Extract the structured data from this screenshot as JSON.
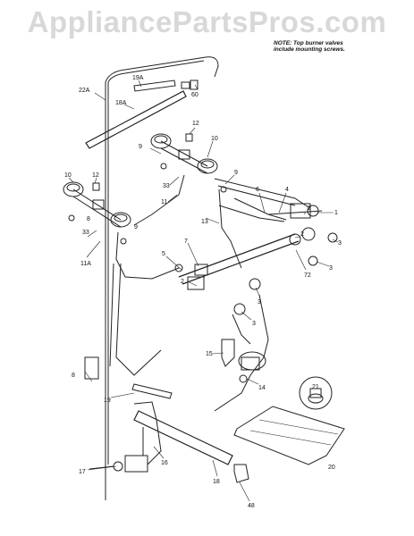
{
  "watermark": "AppliancePartsPros.com",
  "note": {
    "line1": "NOTE: Top burner valves",
    "line2": "include mounting screws."
  },
  "callouts": [
    "22A",
    "19A",
    "60",
    "18A",
    "12",
    "9",
    "10",
    "10",
    "12",
    "33",
    "9",
    "6",
    "4",
    "2",
    "1",
    "3",
    "3",
    "11",
    "13",
    "8",
    "9",
    "33",
    "11A",
    "7",
    "5",
    "2",
    "2",
    "72",
    "3",
    "3",
    "15",
    "14",
    "8",
    "19",
    "21",
    "20",
    "17",
    "16",
    "18",
    "48"
  ]
}
